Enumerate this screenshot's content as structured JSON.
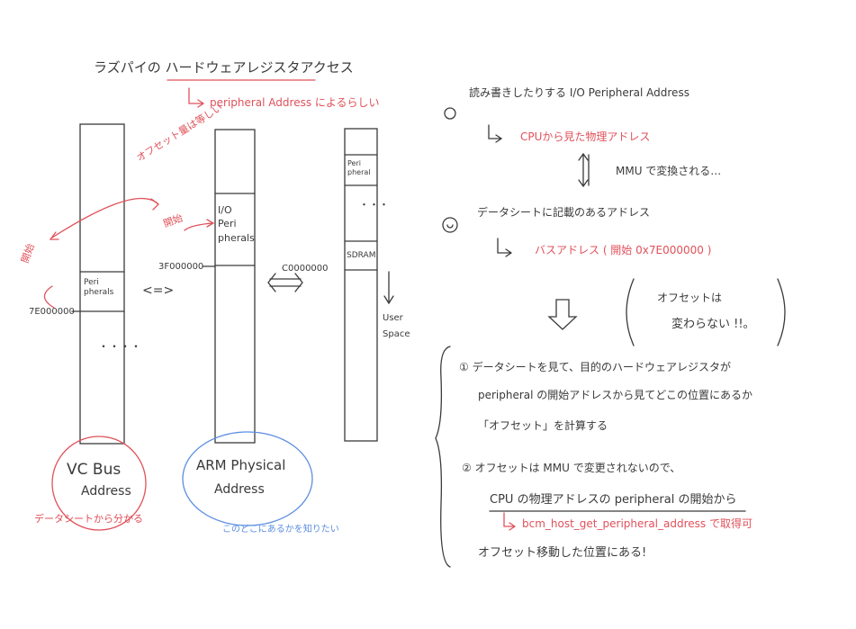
{
  "colors": {
    "ink": "#3a3a3a",
    "red": "#e0515a",
    "blue": "#5b8ee0"
  },
  "title": "ラズパイの ハードウェアレジスタアクセス",
  "title_note": "peripheral Address によるらしい",
  "columns": {
    "vc_bus": {
      "label_line1": "VC  Bus",
      "label_line2": "Address",
      "peripherals": "Peri pherals",
      "dots": "・・・・",
      "address": "7E000000",
      "note": "データシートから分かる"
    },
    "arm_physical": {
      "label_line1": "ARM  Physical",
      "label_line2": "Address",
      "io_peripherals": "I/O Peri pherals",
      "address": "3F000000",
      "note": "このどこにあるかを知りたい"
    },
    "virtual": {
      "peripherals": "Peri pheral",
      "dots": "・・・",
      "sdram": "SDRAM",
      "address": "C0000000",
      "user_space": "User Space"
    }
  },
  "annotations": {
    "offset_same": "オフセット量は等しい",
    "start_left": "開始",
    "start_right": "開始",
    "arrow_lr": "<=>",
    "arrow_lr2": "<=>"
  },
  "notes": {
    "n1_line": "読み書きしたりする I/O Peripheral Address",
    "n1_sub": "CPUから見た物理アドレス",
    "mmu": "MMU で変換される…",
    "n2_line": "データシートに記載のあるアドレス",
    "n2_sub": "バスアドレス ( 開始 0x7E000000 )",
    "offset_box_1": "オフセットは",
    "offset_box_2": "変わらない !!。",
    "step1_a": "① データシートを見て、目的のハードウェアレジスタが",
    "step1_b": "peripheral の開始アドレスから見てどこの位置にあるか",
    "step1_c": "「オフセット」を計算する",
    "step2_a": "② オフセットは MMU で変更されないので、",
    "step2_b": "CPU の物理アドレスの peripheral の開始から",
    "step2_c": "bcm_host_get_peripheral_address で取得可",
    "step2_d": "オフセット移動した位置にある!"
  }
}
